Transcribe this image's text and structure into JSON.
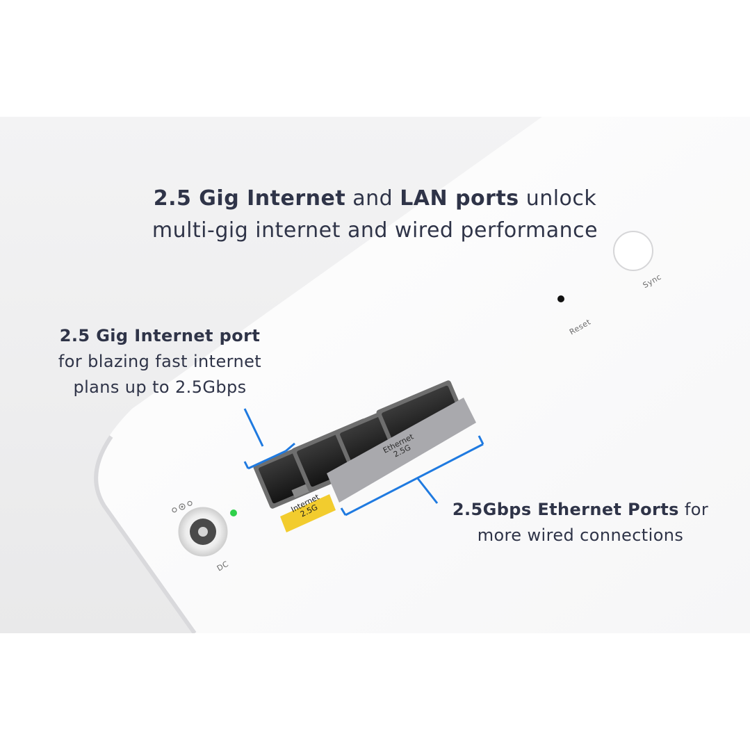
{
  "headline": {
    "part1_bold": "2.5 Gig Internet",
    "part2": " and ",
    "part3_bold": "LAN ports",
    "part4": " unlock",
    "line2": "multi-gig internet and wired performance"
  },
  "callout_internet": {
    "title": "2.5 Gig Internet port",
    "line2": "for blazing fast internet",
    "line3": "plans up to 2.5Gbps"
  },
  "callout_ethernet": {
    "title": "2.5Gbps Ethernet Ports",
    "title_suffix": " for",
    "line2": "more wired connections"
  },
  "device_labels": {
    "sync": "Sync",
    "reset": "Reset",
    "dc": "DC",
    "internet_port": "Internet",
    "internet_speed": "2.5G",
    "ethernet_ports": "Ethernet",
    "ethernet_speed": "2.5G"
  },
  "colors": {
    "text": "#2f3448",
    "bracket": "#1f7ae0",
    "internet_tag": "#f2cc2e",
    "ethernet_tag": "#a9a9ad",
    "status_led": "#2fd04a"
  }
}
